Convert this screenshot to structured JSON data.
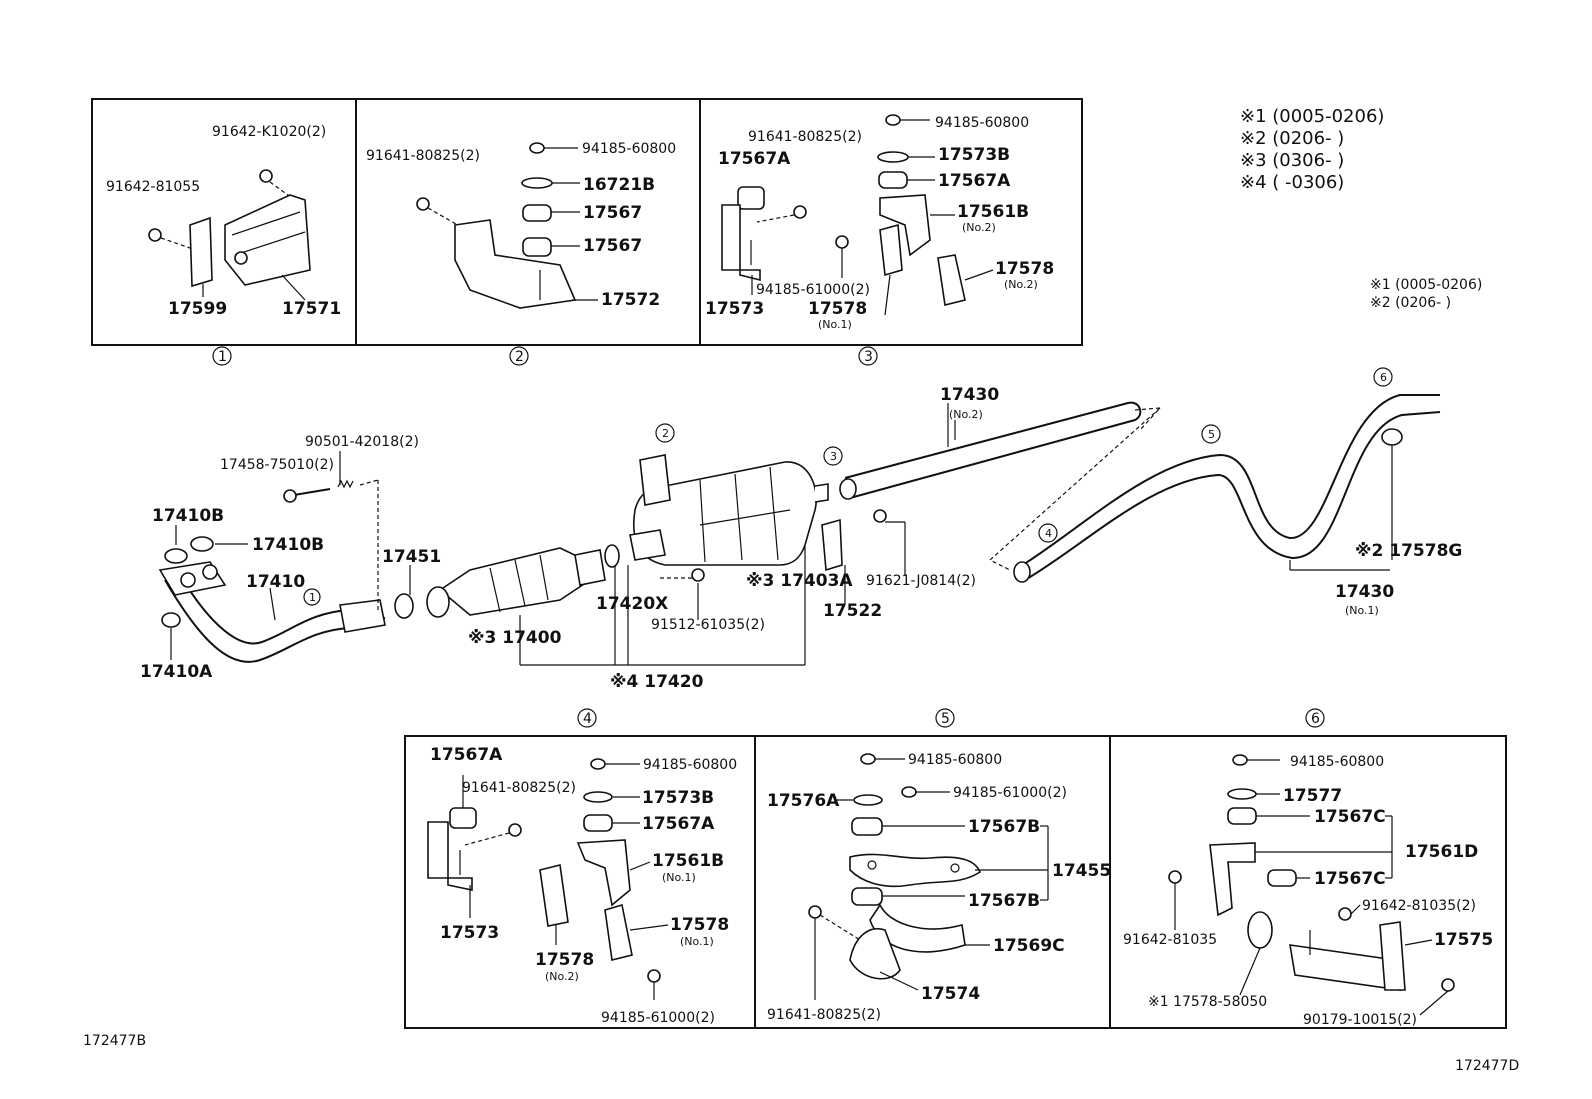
{
  "notes_main": [
    "※1 (0005-0206)",
    "※2 (0206-    )",
    "※3 (0306-    )",
    "※4 (    -0306)"
  ],
  "notes_small": [
    "※1 (0005-0206)",
    "※2 (0206-        )"
  ],
  "circled": {
    "c1": "1",
    "c2": "2",
    "c3": "3",
    "c4": "4",
    "c5": "5",
    "c6": "6"
  },
  "box1": {
    "a": "91642-K1020(2)",
    "b": "91642-81055",
    "c": "17599",
    "d": "17571"
  },
  "box2": {
    "a": "91641-80825(2)",
    "b": "94185-60800",
    "c": "16721B",
    "d": "17567",
    "e": "17567",
    "f": "17572"
  },
  "box3": {
    "a": "91641-80825(2)",
    "b": "94185-60800",
    "c": "17567A",
    "d": "17573B",
    "e": "17567A",
    "f": "17561B",
    "f2": "(No.2)",
    "g": "17578",
    "g2": "(No.2)",
    "h": "94185-61000(2)",
    "i": "17573",
    "j": "17578",
    "j2": "(No.1)"
  },
  "main": {
    "p17430_top": "17430",
    "p17430_top2": "(No.2)",
    "p90501": "90501-42018(2)",
    "p17458": "17458-75010(2)",
    "p17410B_1": "17410B",
    "p17410B_2": "17410B",
    "p17451": "17451",
    "p17410": "17410",
    "p17410A": "17410A",
    "p17400": "※3 17400",
    "p17420X": "17420X",
    "p17420": "※4 17420",
    "p91512": "91512-61035(2)",
    "p17403A": "※3 17403A",
    "p17522": "17522",
    "p91621": "91621-J0814(2)",
    "p17578G": "※2  17578G",
    "p17430_bot": "17430",
    "p17430_bot2": "(No.1)"
  },
  "box4": {
    "a": "17567A",
    "b": "91641-80825(2)",
    "c": "94185-60800",
    "d": "17573B",
    "e": "17567A",
    "f": "17561B",
    "f2": "(No.1)",
    "g": "17578",
    "g2": "(No.1)",
    "h": "17573",
    "i": "17578",
    "i2": "(No.2)",
    "j": "94185-61000(2)"
  },
  "box5": {
    "a": "94185-60800",
    "b": "17576A",
    "c": "94185-61000(2)",
    "d": "17567B",
    "e": "17455",
    "f": "17567B",
    "g": "17569C",
    "h": "91641-80825(2)",
    "i": "17574"
  },
  "box6": {
    "a": "94185-60800",
    "b": "17577",
    "c": "17567C",
    "d": "17561D",
    "e": "17567C",
    "f": "91642-81035",
    "g": "91642-81035(2)",
    "h": "17575",
    "i": "※1   17578-58050",
    "j": "90179-10015(2)"
  },
  "code_left": "172477B",
  "code_right": "172477D"
}
